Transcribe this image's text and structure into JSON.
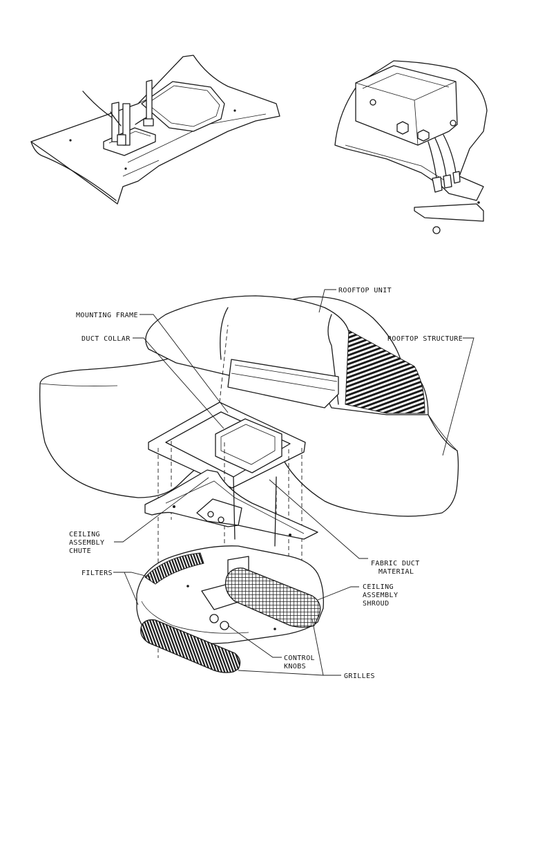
{
  "labels": {
    "rooftop_unit": "ROOFTOP UNIT",
    "mounting_frame": "MOUNTING FRAME",
    "duct_collar": "DUCT COLLAR",
    "rooftop_structure": "ROOFTOP STRUCTURE",
    "ceiling_assembly_chute": [
      "CEILING",
      "ASSEMBLY",
      "CHUTE"
    ],
    "fabric_duct_material": [
      "FABRIC DUCT",
      "MATERIAL"
    ],
    "filters": "FILTERS",
    "ceiling_assembly_shroud": [
      "CEILING",
      "ASSEMBLY",
      "SHROUD"
    ],
    "control_knobs": [
      "CONTROL",
      "KNOBS"
    ],
    "grilles": "GRILLES"
  }
}
